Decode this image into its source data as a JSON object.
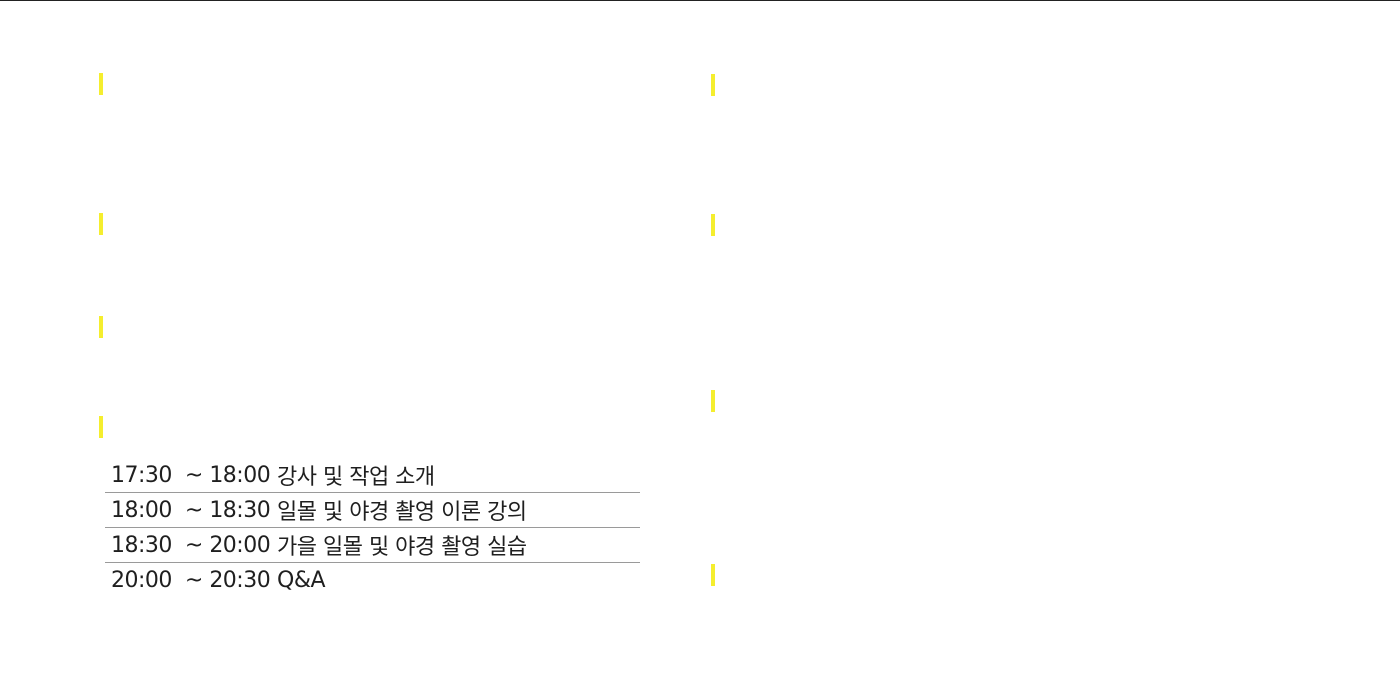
{
  "schedule": [
    {
      "time": "17:30  ~ 18:00",
      "item": "강사 및 작업 소개"
    },
    {
      "time": "18:00  ~ 18:30",
      "item": "일몰 및 야경 촬영 이론 강의"
    },
    {
      "time": "18:30  ~ 20:00",
      "item": "가을 일몰 및 야경 촬영 실습"
    },
    {
      "time": "20:00  ~ 20:30",
      "item": "Q&A"
    }
  ],
  "colors": {
    "accent": "#f5ee2e",
    "text": "#1f1f1f",
    "divider": "#9a9a9a"
  }
}
